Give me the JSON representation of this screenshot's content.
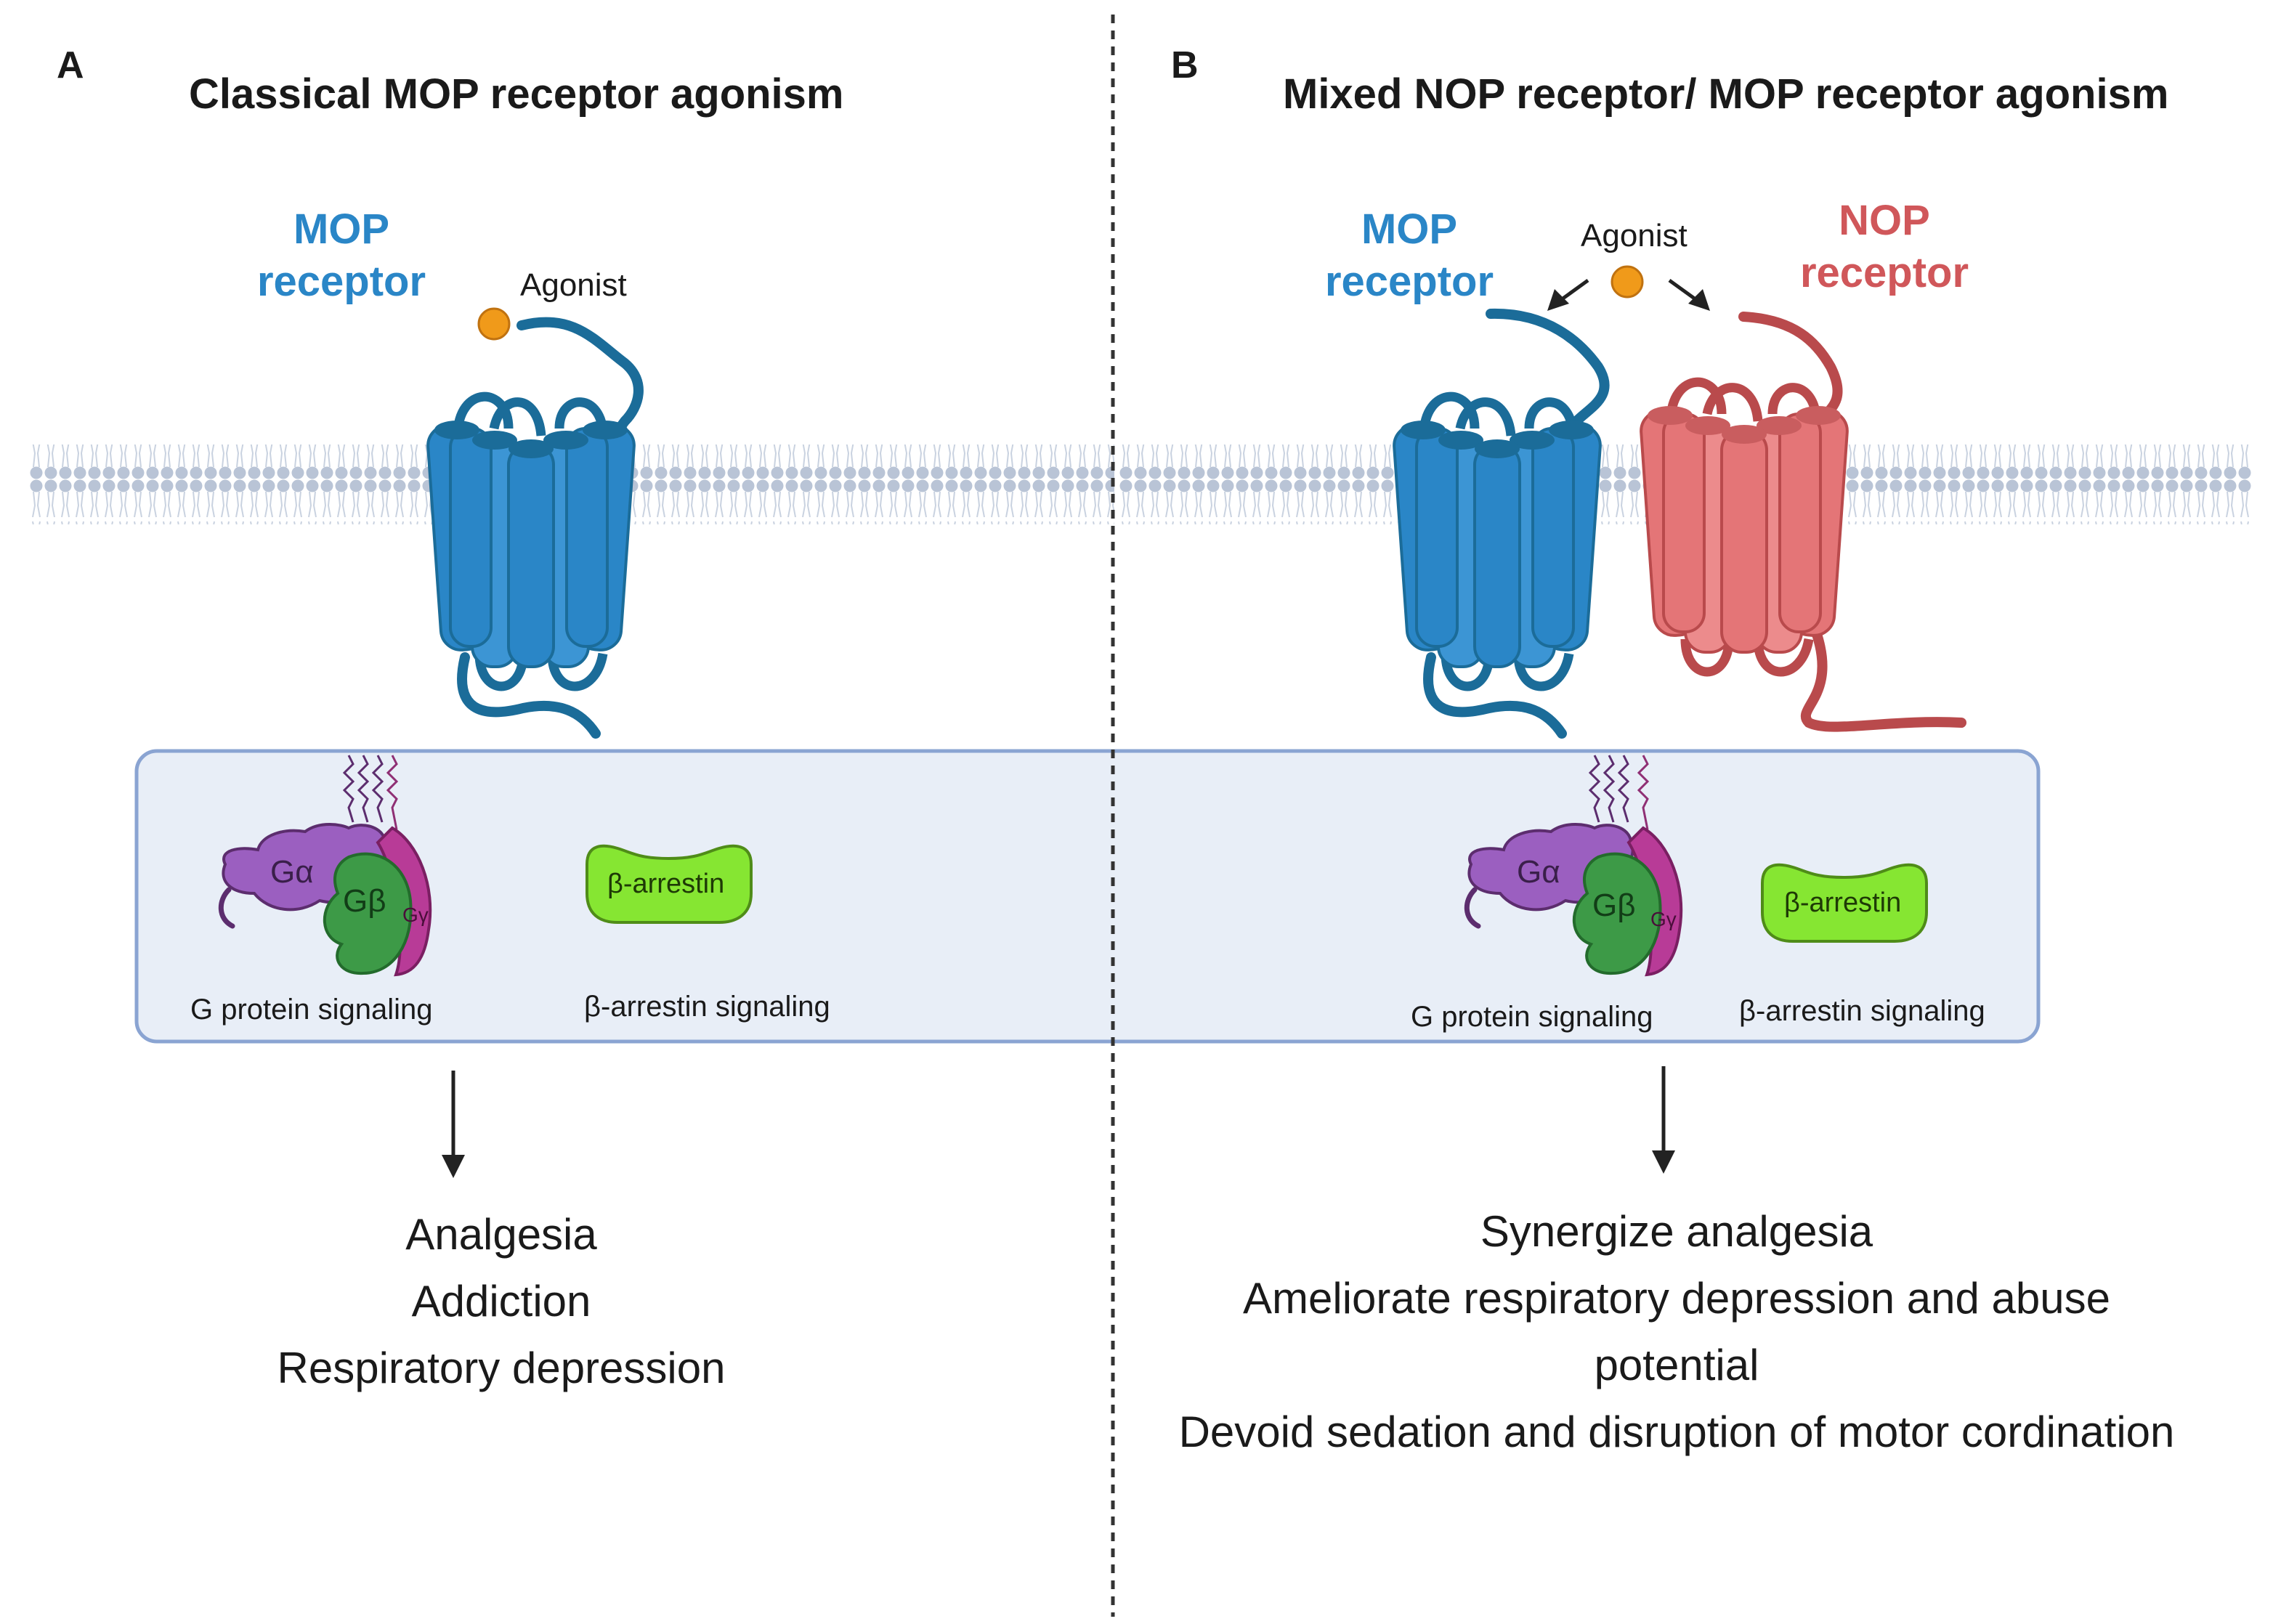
{
  "panel_a": {
    "letter": "A",
    "title": "Classical MOP receptor agonism",
    "receptor_label": [
      "MOP",
      "receptor"
    ],
    "agonist_label": "Agonist",
    "g_alpha": "Gα",
    "g_beta": "Gβ",
    "g_gamma": "Gγ",
    "arrestin": "β-arrestin",
    "g_protein_signaling": "G protein signaling",
    "arrestin_signaling": "β-arrestin signaling",
    "outcomes": [
      "Analgesia",
      "Addiction",
      "Respiratory depression"
    ]
  },
  "panel_b": {
    "letter": "B",
    "title": "Mixed NOP receptor/ MOP receptor agonism",
    "mop_label": [
      "MOP",
      "receptor"
    ],
    "nop_label": [
      "NOP",
      "receptor"
    ],
    "agonist_label": "Agonist",
    "g_alpha": "Gα",
    "g_beta": "Gβ",
    "g_gamma": "Gγ",
    "arrestin": "β-arrestin",
    "g_protein_signaling": "G protein signaling",
    "arrestin_signaling": "β-arrestin signaling",
    "outcomes": [
      "Synergize analgesia",
      "Ameliorate respiratory depression and abuse",
      "potential",
      "Devoid sedation and disruption of motor cordination"
    ]
  },
  "colors": {
    "mop_blue": "#2a86c7",
    "mop_blue_dark": "#1b6c99",
    "nop_red": "#e47577",
    "nop_red_dark": "#b94a4c",
    "membrane": "#b9c4d6",
    "signaling_box_fill": "#e8eef7",
    "signaling_box_stroke": "#8aa4d2",
    "g_alpha_purple": "#9b5fc0",
    "g_beta_green": "#3d9a47",
    "g_gamma_magenta": "#b83b97",
    "arrestin_green": "#86e632",
    "agonist_orange": "#f09a1a"
  }
}
